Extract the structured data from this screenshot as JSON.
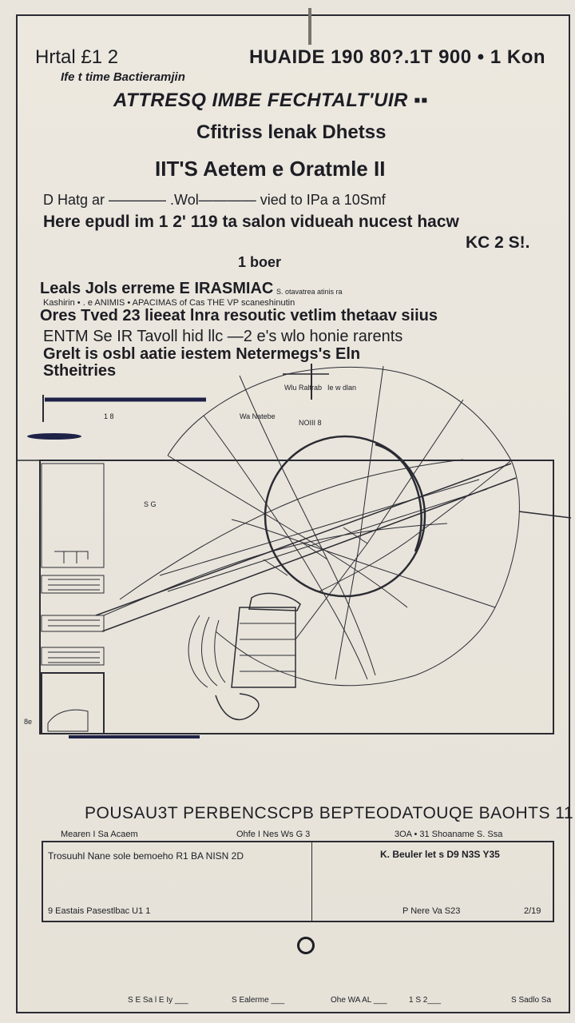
{
  "header": {
    "left": "Hrtal £1 2",
    "right": "HUAIDE 190 80?.1T 900 • 1 Kon",
    "subtitle": "Ife t time Bactieramjin"
  },
  "titles": {
    "line1": "ATTRESQ IMBE FECHTALT'UIR ▪▪",
    "line2": "Cfitriss lenak Dhetss",
    "line3": "IIT'S Aetem e Oratmle II"
  },
  "intro": {
    "line1": "D Hatg ar ———— .Wol———— vied to IPa a 10Smf",
    "line2": "Here epudl im 1 2' 119 ta salon vidueah nucest hacw",
    "line3": "KC 2 S!."
  },
  "section_label": "1 boer",
  "body": {
    "l1": "Leals Jols erreme E IRASMIAC",
    "l1_small": "S. otavatrea atinis ra",
    "l2": "Kashirin • . e ANIMIS  • APACIMAS of Cas THE VP   scaneshinutin",
    "l3": "Ores Tved 23  lieeat lnra resoutic vetlim thetaav siius",
    "l4": "ENTM Se IR Tavoll hid llc —2 e's wlo honie rarents",
    "l5": "Grelt is  osbl aatie iestem Netermegs's Eln",
    "l6": "Stheitries"
  },
  "diagram_labels": {
    "a": "Wlu Raltrab",
    "b": "Ie w dlan",
    "c": "Wa Natebe",
    "d": "NOIII 8",
    "e": "1 8",
    "f": "S G",
    "g": "8e"
  },
  "bottom": {
    "title": "POUSAU3T  PERBENCSCPB  BEPTEODATOUQE BAOHTS  11",
    "meta_left": "Mearen  I Sa Acaem",
    "meta_mid": "Ohfe  I Nes  Ws  G 3",
    "meta_right": "3OA  • 31 Shoaname  S. Ssa",
    "box_left_top": "Trosuuhl Nane sole bemoeho R1  BA NISN  2D",
    "box_right_top": "K. Beuler let  s D9  N3S Y35",
    "box_left_bottom": "9 Eastais  Pasestlbac  U1 1",
    "box_right_bottom": "P Nere   Va  S23",
    "box_right_bottom2": "2/19"
  },
  "footer": {
    "left": "S E  Sa  l  E    Iy  ___",
    "mid": "S Ealerme ___",
    "right1": "Ohe WA  AL  ___",
    "right2": "1 S 2___",
    "far_right": "S  Sadlo  Sa"
  },
  "colors": {
    "paper": "#e9e5dc",
    "ink": "#1d1d24",
    "navy": "#1e2247"
  }
}
